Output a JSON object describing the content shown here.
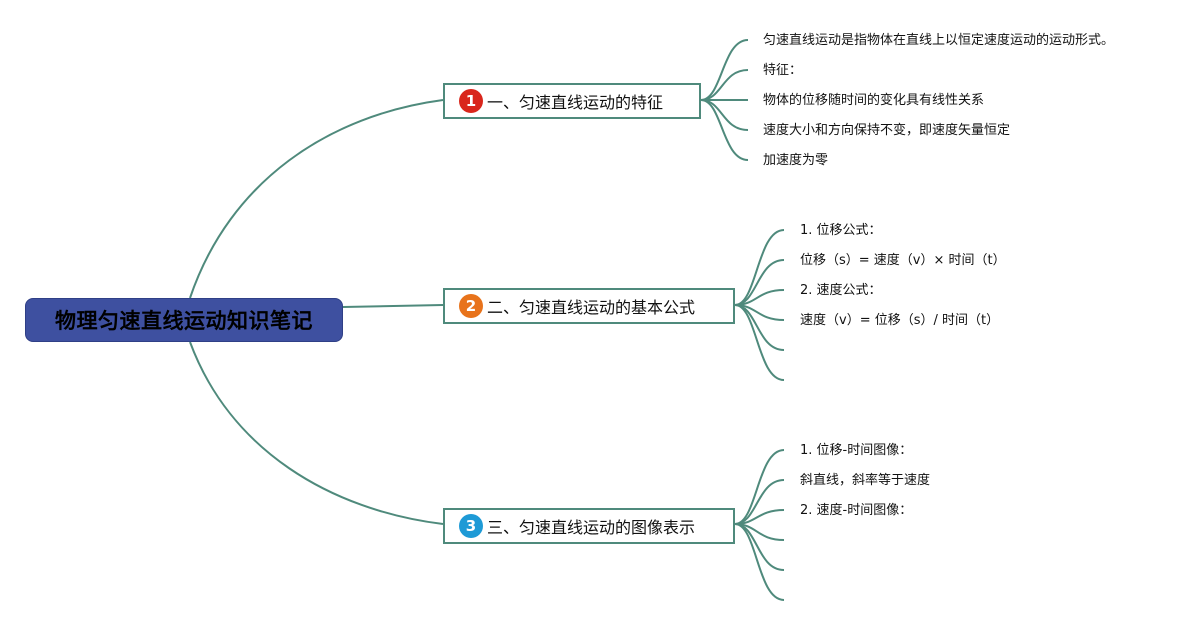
{
  "root": {
    "label": "物理匀速直线运动知识笔记",
    "color": "#3e50a0"
  },
  "line_color": "#4f8a7c",
  "branches": [
    {
      "number": "1",
      "badge_color": "#d9261c",
      "label": "一、匀速直线运动的特征",
      "leaves": [
        "匀速直线运动是指物体在直线上以恒定速度运动的运动形式。",
        "特征：",
        "物体的位移随时间的变化具有线性关系",
        "速度大小和方向保持不变，即速度矢量恒定",
        "加速度为零"
      ]
    },
    {
      "number": "2",
      "badge_color": "#e8731b",
      "label": "二、匀速直线运动的基本公式",
      "leaves": [
        "1. 位移公式：",
        "位移（s）= 速度（v）× 时间（t）",
        "2. 速度公式：",
        "速度（v）= 位移（s）/ 时间（t）",
        "",
        ""
      ]
    },
    {
      "number": "3",
      "badge_color": "#1e9ad6",
      "label": "三、匀速直线运动的图像表示",
      "leaves": [
        "1. 位移-时间图像：",
        "斜直线，斜率等于速度",
        "2. 速度-时间图像：",
        "",
        "",
        ""
      ]
    }
  ]
}
